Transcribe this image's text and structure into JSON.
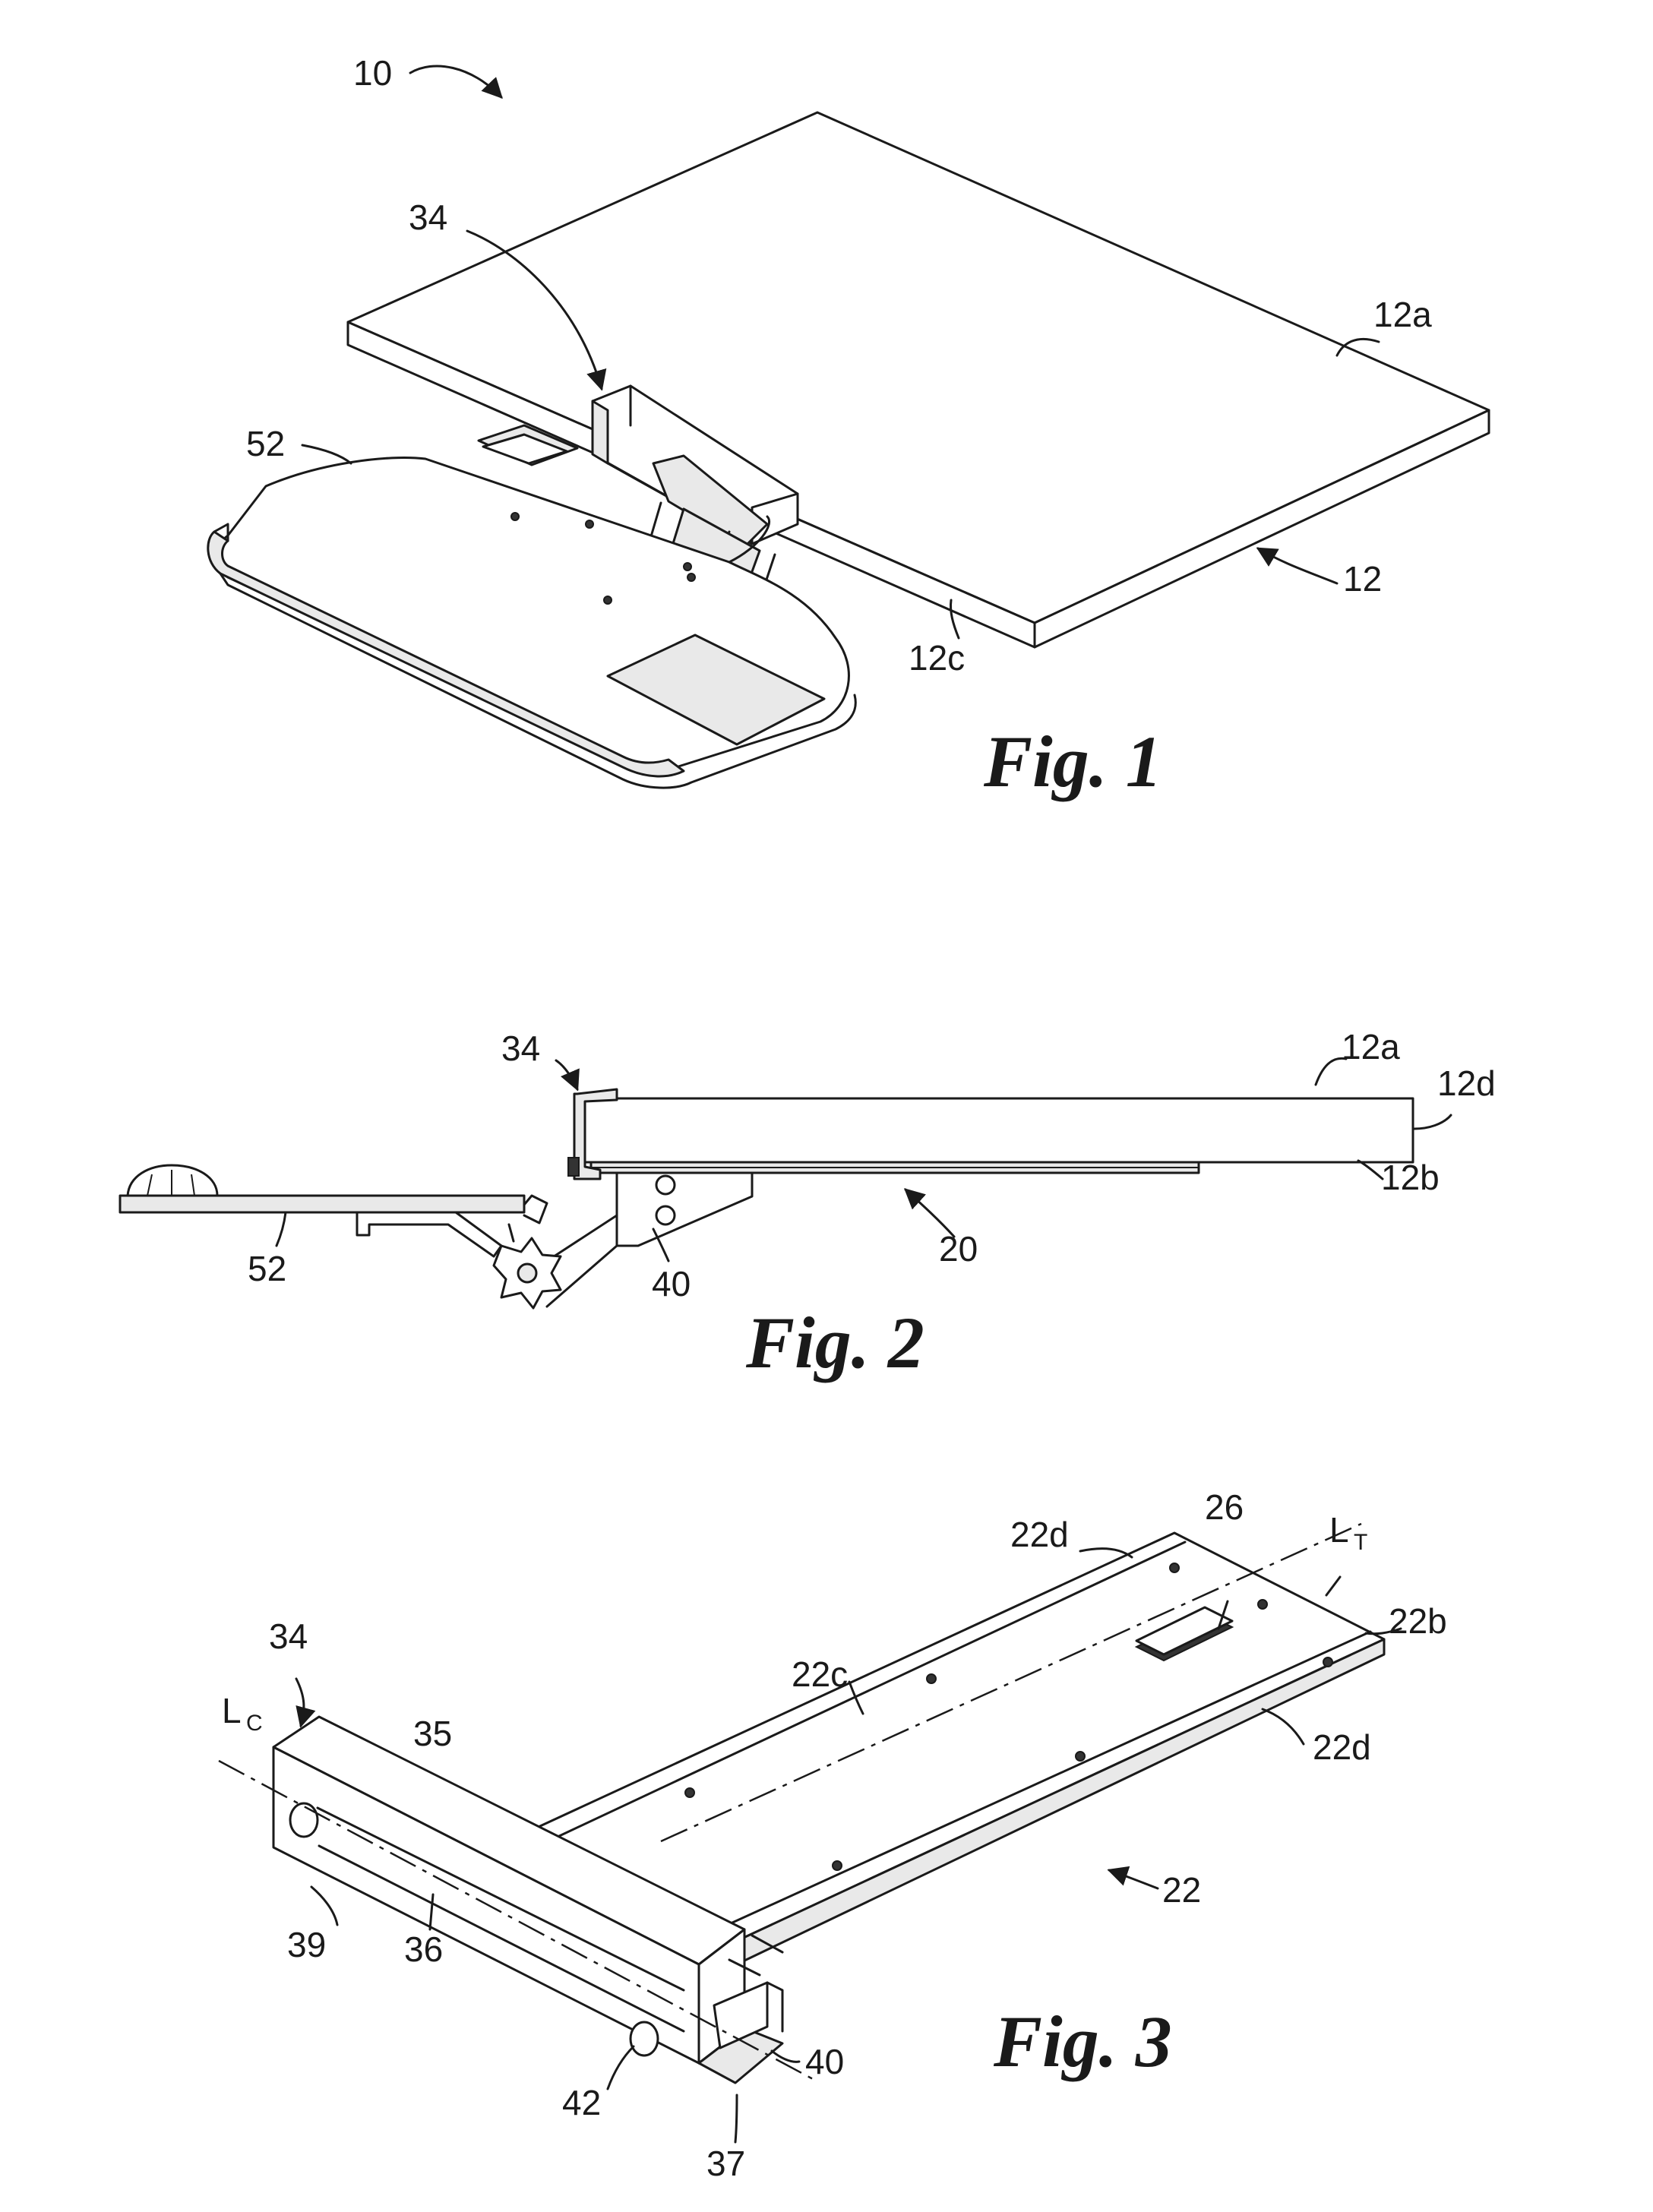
{
  "figures": [
    {
      "caption": "Fig. 1",
      "labels": {
        "l10": "10",
        "l34": "34",
        "l12a": "12a",
        "l52": "52",
        "l12": "12",
        "l12c": "12c"
      }
    },
    {
      "caption": "Fig. 2",
      "labels": {
        "l34": "34",
        "l12a": "12a",
        "l12d": "12d",
        "l12b": "12b",
        "l52": "52",
        "l40": "40",
        "l20": "20"
      }
    },
    {
      "caption": "Fig. 3",
      "labels": {
        "l22d_top": "22d",
        "l26": "26",
        "lT": "L",
        "lT_sub": "T",
        "l34": "34",
        "l22c": "22c",
        "l22b": "22b",
        "lC": "L",
        "lC_sub": "C",
        "l35": "35",
        "l22d_bottom": "22d",
        "l22": "22",
        "l39": "39",
        "l36": "36",
        "l40": "40",
        "l42": "42",
        "l37": "37"
      }
    }
  ]
}
